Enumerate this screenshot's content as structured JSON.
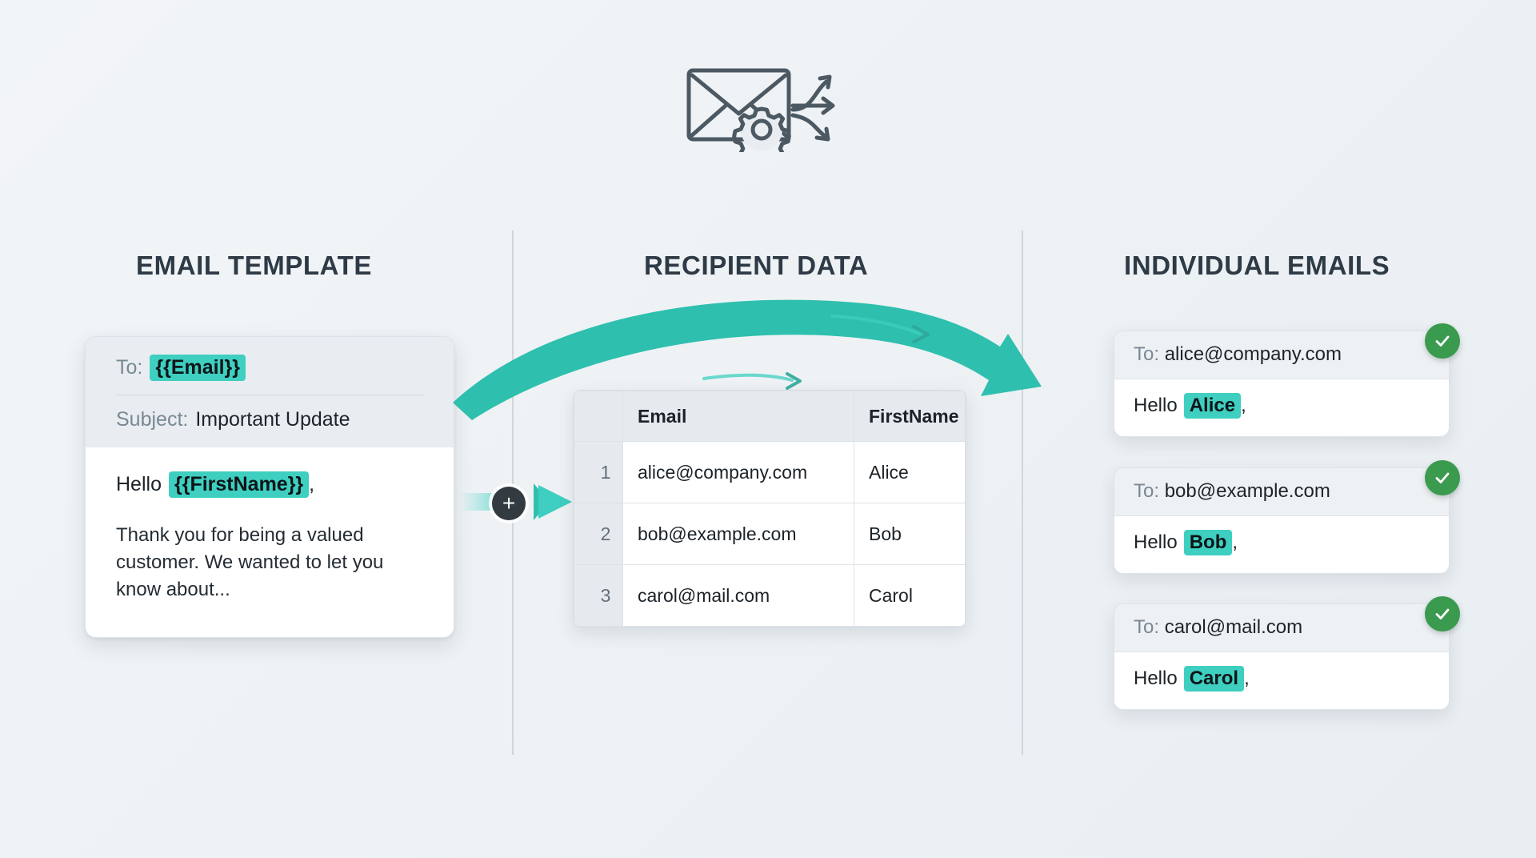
{
  "header": {
    "icon": "envelope-gear-distribute-icon"
  },
  "columns": {
    "template_title": "EMAIL TEMPLATE",
    "data_title": "RECIPIENT DATA",
    "output_title": "INDIVIDUAL EMAILS"
  },
  "template": {
    "to_label": "To:",
    "to_token": "{{Email}}",
    "subject_label": "Subject:",
    "subject_value": "Important Update",
    "greeting_lead": "Hello",
    "greeting_token": "{{FirstName}}",
    "greeting_comma": ",",
    "body_paragraph": "Thank you for being a valued customer. We wanted to let you know about..."
  },
  "connector": {
    "merge_symbol": "+",
    "merge_name": "merge-plus-badge"
  },
  "recipient_table": {
    "columns": [
      "",
      "Email",
      "FirstName"
    ],
    "rows": [
      {
        "index": "1",
        "email": "alice@company.com",
        "firstname": "Alice"
      },
      {
        "index": "2",
        "email": "bob@example.com",
        "firstname": "Bob"
      },
      {
        "index": "3",
        "email": "carol@mail.com",
        "firstname": "Carol"
      }
    ]
  },
  "output_emails": [
    {
      "to_label": "To:",
      "to_value": "alice@company.com",
      "greeting_lead": "Hello",
      "name": "Alice",
      "comma": ",",
      "status": "sent-check-icon"
    },
    {
      "to_label": "To:",
      "to_value": "bob@example.com",
      "greeting_lead": "Hello",
      "name": "Bob",
      "comma": ",",
      "status": "sent-check-icon"
    },
    {
      "to_label": "To:",
      "to_value": "carol@mail.com",
      "greeting_lead": "Hello",
      "name": "Carol",
      "comma": ",",
      "status": "sent-check-icon"
    }
  ],
  "colors": {
    "accent_teal": "#2fbfae",
    "highlight_teal": "#3ecfc0",
    "success_green": "#3a9a4e",
    "heading": "#2e3a45",
    "background": "#eef2f5",
    "icon_gray": "#4c5862"
  }
}
